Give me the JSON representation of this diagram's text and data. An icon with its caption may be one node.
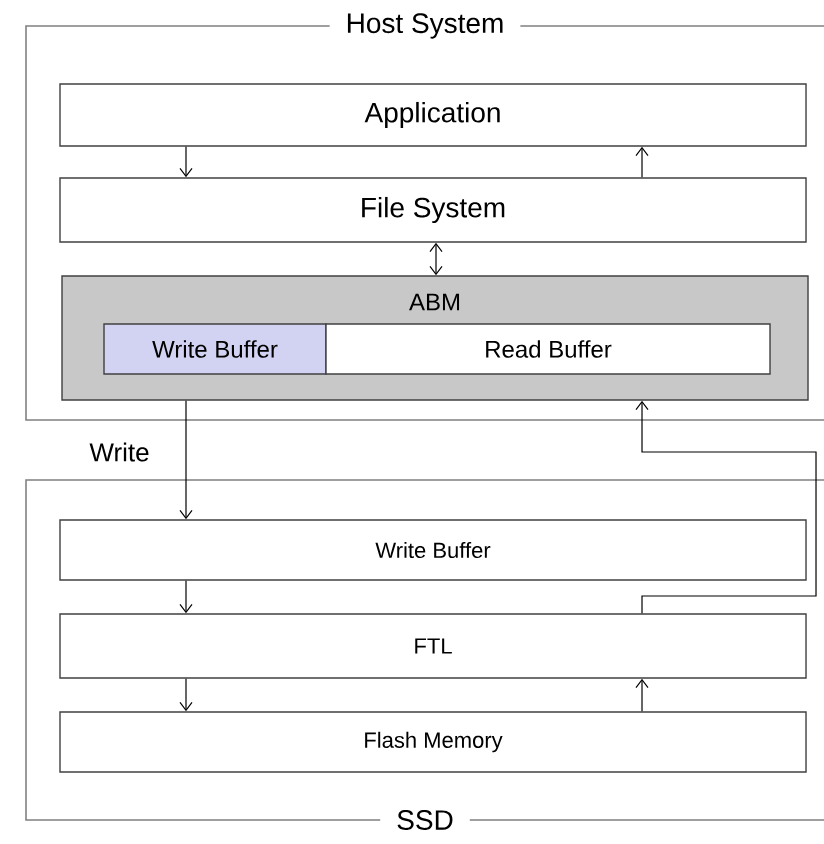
{
  "diagram": {
    "nodes": [
      {
        "text": [
          "Host System"
        ]
      },
      {
        "text": [
          "Application"
        ],
        "in": 0
      },
      {
        "text": [
          "File System"
        ],
        "in": 0
      },
      {
        "text": [
          "ABM"
        ],
        "in": 0
      },
      {
        "text": [
          "Write Buffer"
        ],
        "in": 3
      },
      {
        "text": [
          "Read Buffer"
        ],
        "in": 3
      },
      {
        "text": [
          "SSD"
        ]
      },
      {
        "text": [
          "Write Buffer"
        ],
        "in": 6
      },
      {
        "text": [
          "FTL"
        ],
        "in": 6
      },
      {
        "text": [
          "Flash Memory"
        ],
        "in": 6
      }
    ],
    "edges": [
      {
        "from": 1,
        "to": 2,
        "arrow": "to"
      },
      {
        "from": 2,
        "to": 1,
        "arrow": "to"
      },
      {
        "from": 2,
        "to": 3,
        "arrow": "both"
      },
      {
        "from": 3,
        "to": 7,
        "arrow": "to",
        "label": "Write"
      },
      {
        "from": 8,
        "to": 3,
        "arrow": "to"
      },
      {
        "from": 7,
        "to": 8,
        "arrow": "to"
      },
      {
        "from": 8,
        "to": 9,
        "arrow": "to"
      },
      {
        "from": 9,
        "to": 8,
        "arrow": "to"
      }
    ]
  }
}
